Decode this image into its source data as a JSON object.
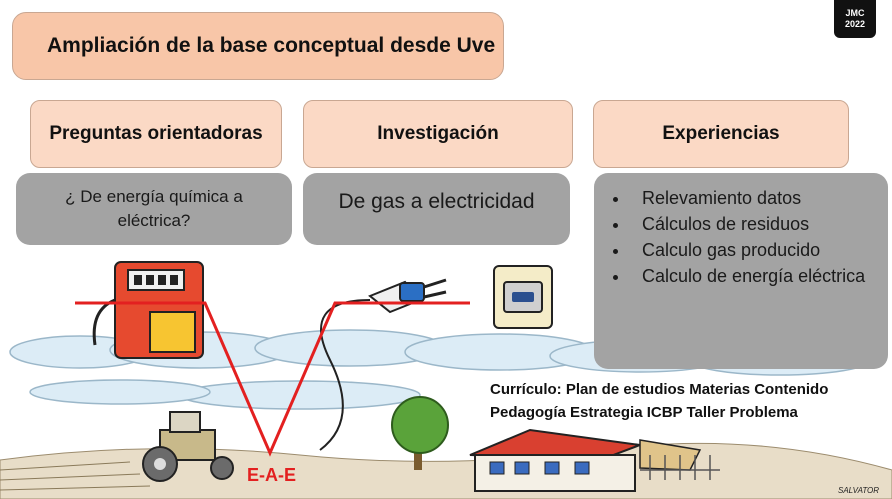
{
  "badge": {
    "line1": "JMC",
    "line2": "2022"
  },
  "header": {
    "title": "Ampliación de la base conceptual  desde Uve"
  },
  "columns": {
    "c1": {
      "title": "Preguntas orientadoras",
      "content": "¿ De energía química a eléctrica?"
    },
    "c2": {
      "title": "Investigación",
      "content": "De gas a electricidad"
    },
    "c3": {
      "title": "Experiencias",
      "items": [
        "Relevamiento datos",
        "Cálculos de residuos",
        "Calculo gas producido",
        "Calculo de energía eléctrica"
      ]
    }
  },
  "curriculum": {
    "line1": "Currículo: Plan de estudios Materias Contenido",
    "line2": "Pedagogía Estrategia ICBP Taller Problema"
  },
  "diagram_label": "E-A-E",
  "illustrator_signature": "SALVATOR",
  "colors": {
    "peach": "#fbd9c5",
    "header": "#f8c6a8",
    "grey_box": "#a3a3a3",
    "v_line": "#e32020"
  }
}
